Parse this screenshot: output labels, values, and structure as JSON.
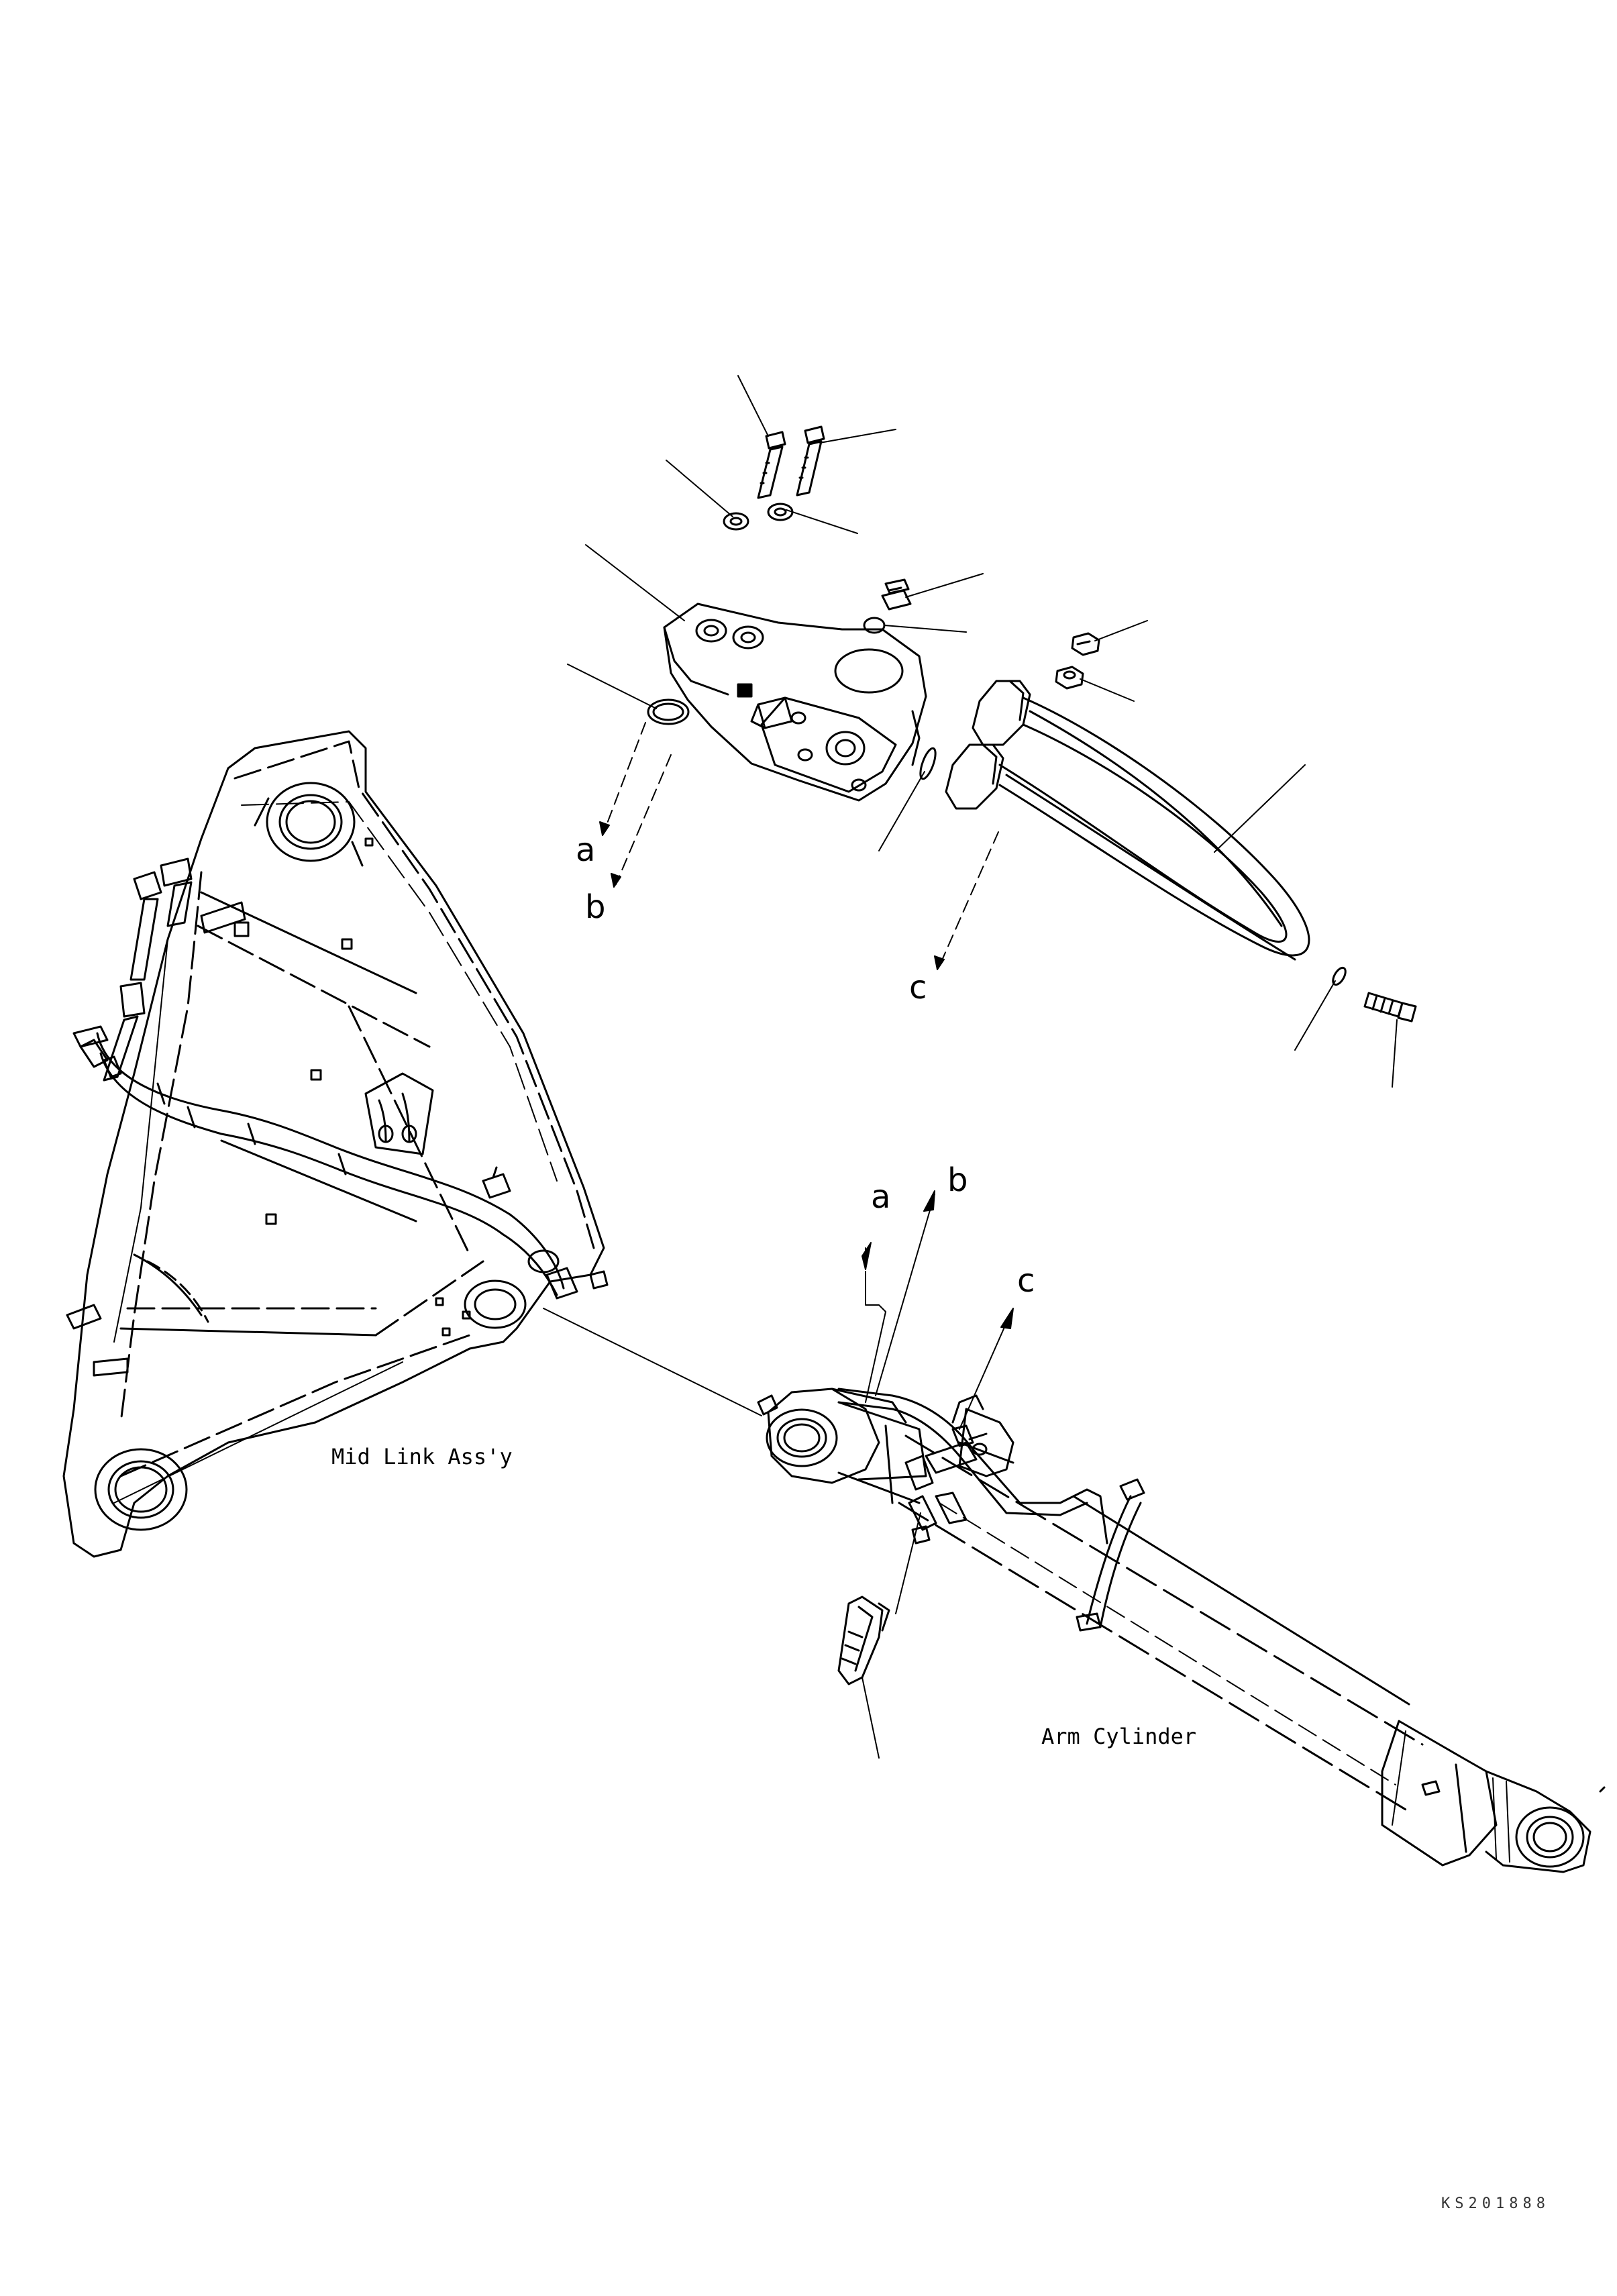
{
  "letters": {
    "upper_a": "a",
    "upper_b": "b",
    "upper_c": "c",
    "lower_a": "a",
    "lower_b": "b",
    "lower_c": "c"
  },
  "captions": {
    "mid_link": "Mid Link Ass'y",
    "arm_cylinder": "Arm Cylinder"
  },
  "drawing_code": "KS201888",
  "colors": {
    "ink": "#000000",
    "paper": "#ffffff"
  }
}
